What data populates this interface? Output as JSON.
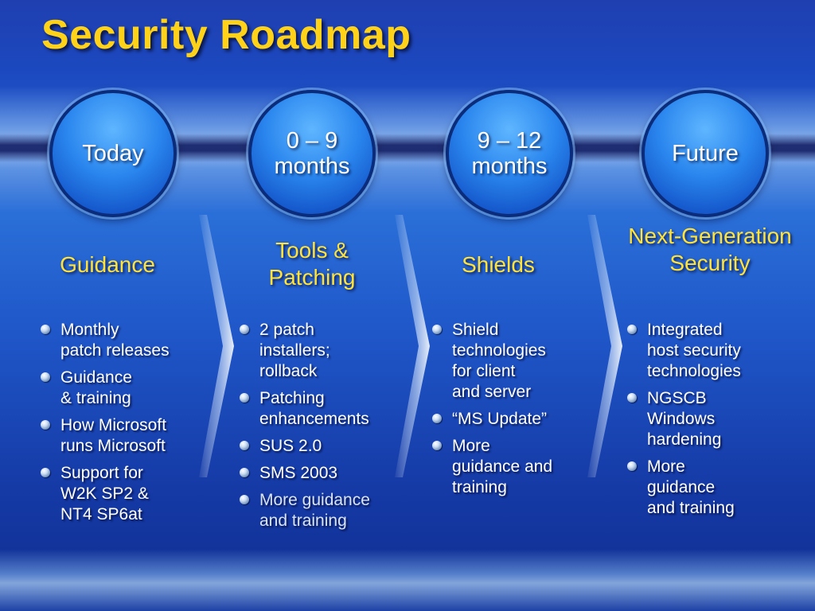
{
  "title": "Security Roadmap",
  "phases": [
    {
      "circle": "Today",
      "heading": "Guidance",
      "bullets": [
        "Monthly\npatch releases",
        "Guidance\n& training",
        "How Microsoft\nruns Microsoft",
        "Support for\nW2K SP2 &\nNT4 SP6at"
      ]
    },
    {
      "circle": "0 – 9\nmonths",
      "heading": "Tools &\nPatching",
      "bullets": [
        "2 patch\ninstallers;\nrollback",
        "Patching\nenhancements",
        "SUS 2.0",
        "SMS 2003",
        "More guidance\nand training"
      ]
    },
    {
      "circle": "9 – 12\nmonths",
      "heading": "Shields",
      "bullets": [
        "Shield\ntechnologies\nfor client\nand server",
        "“MS Update”",
        "More\nguidance and\ntraining"
      ]
    },
    {
      "circle": "Future",
      "heading": "Next-Generation\nSecurity",
      "bullets": [
        "Integrated\nhost security\ntechnologies",
        "NGSCB\nWindows\nhardening",
        "More\nguidance\nand training"
      ]
    }
  ],
  "colors": {
    "title": "#ffd21a",
    "heading": "#ffe23a",
    "bullet_text": "#ffffff",
    "circle": "#2a86ee"
  }
}
